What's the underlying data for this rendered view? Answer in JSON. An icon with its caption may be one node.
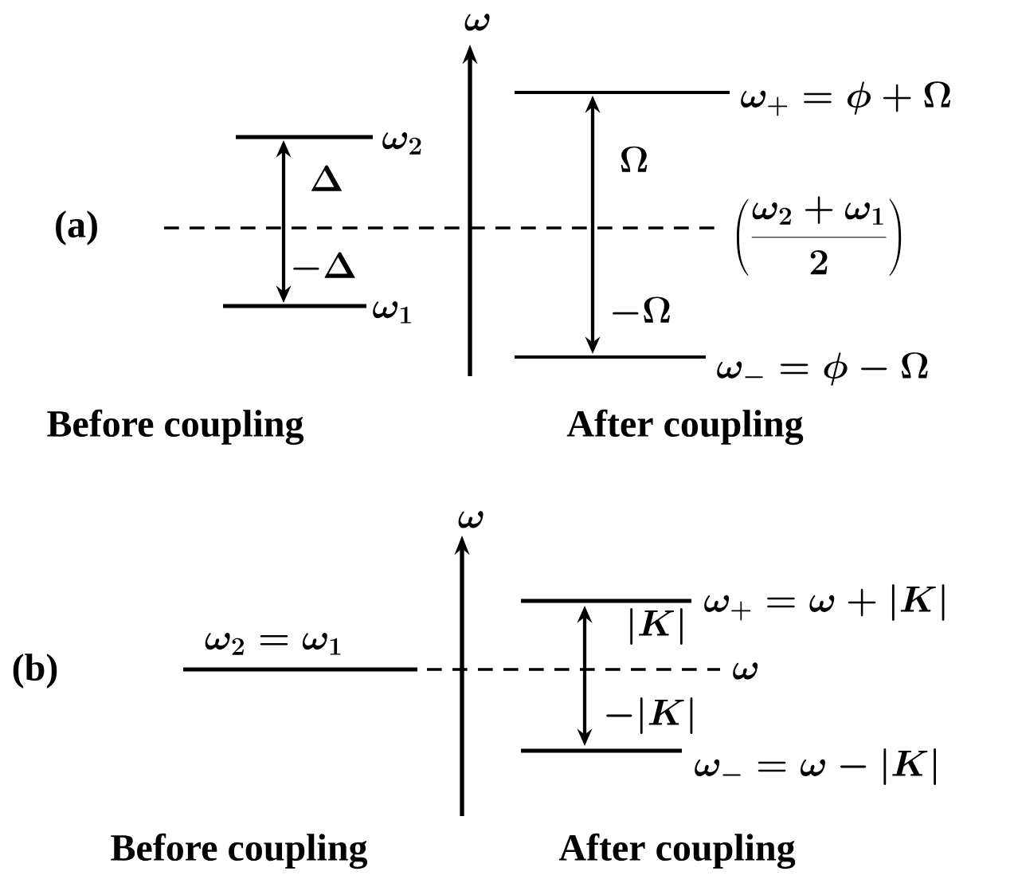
{
  "diagram": {
    "labels": [
      "\\omega",
      "\\omega_2",
      "\\Delta",
      "(a)",
      "\\omega_+ = \\phi + \\Omega",
      "\\Omega",
      "\\left(\\frac{\\omega_2+\\omega_1}{2}\\right)",
      "-\\Delta",
      "\\omega_1",
      "-\\Omega",
      "\\omega_- = \\phi - \\Omega",
      "Before coupling",
      "After coupling",
      "\\omega",
      "\\omega_+ = \\omega + |K|",
      "\\omega_2 = \\omega_1",
      "|K|",
      "(b)",
      "\\omega",
      "-|K|",
      "\\omega_- = \\omega - |K|",
      "Before coupling",
      "After coupling"
    ]
  }
}
